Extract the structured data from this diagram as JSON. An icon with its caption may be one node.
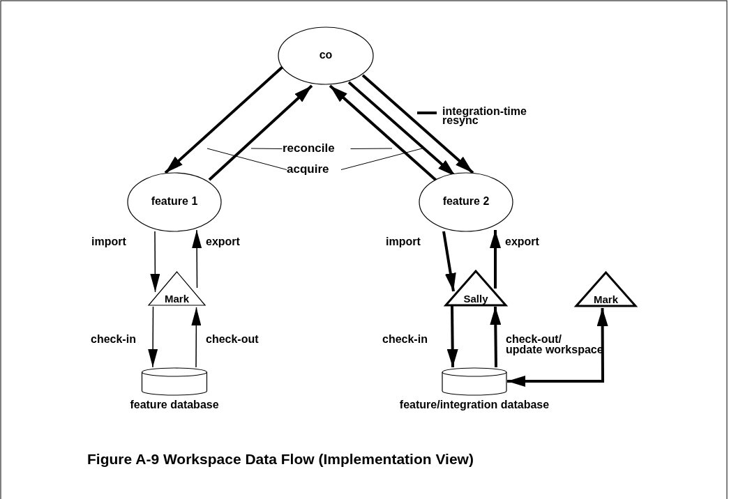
{
  "diagram": {
    "caption": "Figure A-9 Workspace Data Flow (Implementation View)",
    "nodes": [
      {
        "text": [
          "co"
        ]
      },
      {
        "text": [
          "feature 1"
        ]
      },
      {
        "text": [
          "feature 2"
        ]
      },
      {
        "text": [
          "Mark"
        ]
      },
      {
        "text": [
          "feature database"
        ]
      },
      {
        "text": [
          "Sally"
        ]
      },
      {
        "text": [
          "Mark"
        ]
      },
      {
        "text": [
          "feature/integration database"
        ]
      },
      {
        "text": [
          "reconcile"
        ]
      },
      {
        "text": [
          "acquire"
        ]
      }
    ],
    "edges": [
      {
        "from": 0,
        "to": 1,
        "arrow": "to"
      },
      {
        "from": 1,
        "to": 0,
        "arrow": "to"
      },
      {
        "from": 2,
        "to": 0,
        "arrow": "to"
      },
      {
        "from": 0,
        "to": 2,
        "arrow": "to"
      },
      {
        "from": 0,
        "to": 2,
        "arrow": "to"
      },
      {
        "from": 1,
        "to": 3,
        "arrow": "to",
        "label": "import"
      },
      {
        "from": 3,
        "to": 1,
        "arrow": "to",
        "label": "export"
      },
      {
        "from": 3,
        "to": 4,
        "arrow": "to",
        "label": "check-in"
      },
      {
        "from": 4,
        "to": 3,
        "arrow": "to",
        "label": "check-out"
      },
      {
        "from": 2,
        "to": 5,
        "arrow": "to",
        "label": "import"
      },
      {
        "from": 5,
        "to": 2,
        "arrow": "to",
        "label": "export"
      },
      {
        "from": 5,
        "to": 7,
        "arrow": "to",
        "label": "check-in"
      },
      {
        "from": 7,
        "to": 5,
        "arrow": "to",
        "label": "check-out/ update workspace"
      },
      {
        "from": 7,
        "to": 6,
        "arrow": "both"
      },
      {
        "from": 8,
        "to": null,
        "arrow": "none"
      },
      {
        "from": 8,
        "to": null,
        "arrow": "none"
      },
      {
        "from": 9,
        "to": null,
        "arrow": "none"
      },
      {
        "from": 9,
        "to": null,
        "arrow": "none"
      }
    ],
    "legend": [
      {
        "text": "integration-time resync"
      }
    ]
  }
}
